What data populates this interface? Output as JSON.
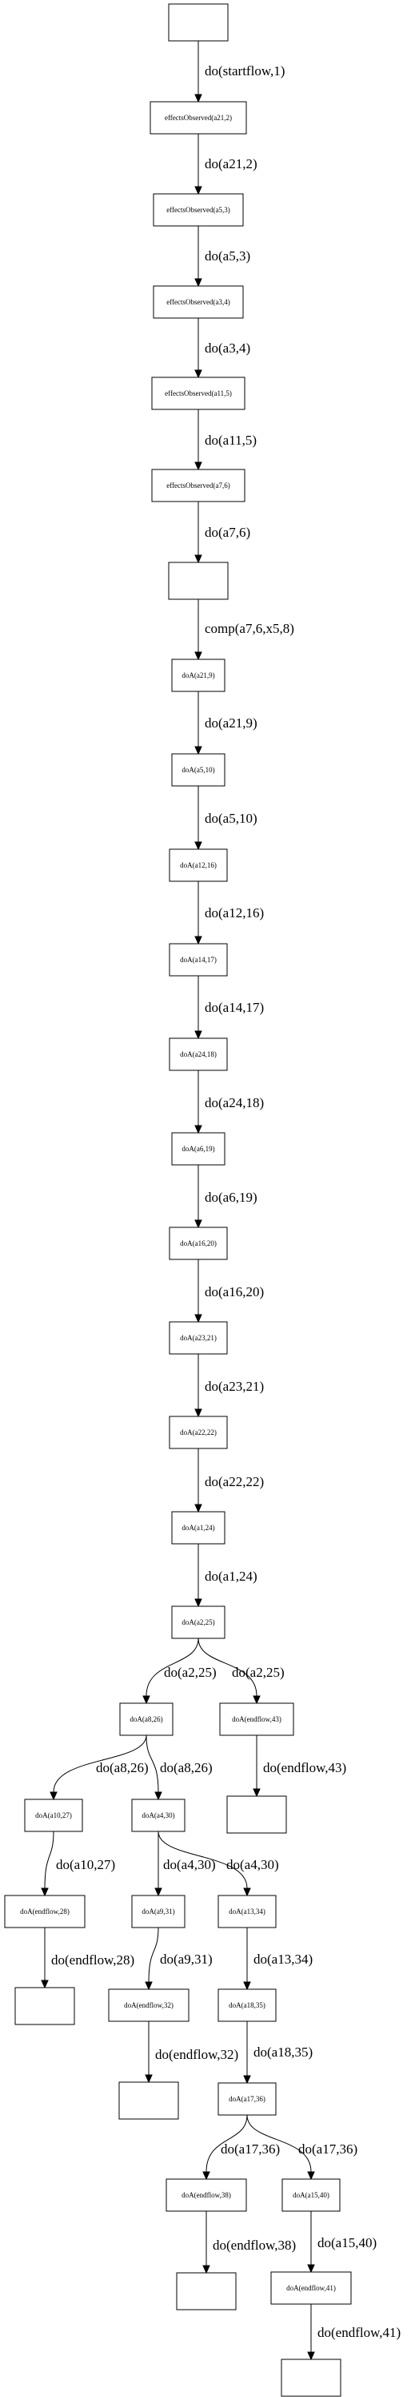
{
  "diagram": {
    "nodes": [
      {
        "id": "n0",
        "label": ""
      },
      {
        "id": "n1",
        "label": "effectsObserved(a21,2)"
      },
      {
        "id": "n2",
        "label": "effectsObserved(a5,3)"
      },
      {
        "id": "n3",
        "label": "effectsObserved(a3,4)"
      },
      {
        "id": "n4",
        "label": "effectsObserved(a11,5)"
      },
      {
        "id": "n5",
        "label": "effectsObserved(a7,6)"
      },
      {
        "id": "n6",
        "label": ""
      },
      {
        "id": "n7",
        "label": "doA(a21,9)"
      },
      {
        "id": "n8",
        "label": "doA(a5,10)"
      },
      {
        "id": "n9",
        "label": "doA(a12,16)"
      },
      {
        "id": "n10",
        "label": "doA(a14,17)"
      },
      {
        "id": "n11",
        "label": "doA(a24,18)"
      },
      {
        "id": "n12",
        "label": "doA(a6,19)"
      },
      {
        "id": "n13",
        "label": "doA(a16,20)"
      },
      {
        "id": "n14",
        "label": "doA(a23,21)"
      },
      {
        "id": "n15",
        "label": "doA(a22,22)"
      },
      {
        "id": "n16",
        "label": "doA(a1,24)"
      },
      {
        "id": "n17",
        "label": "doA(a2,25)"
      },
      {
        "id": "n18",
        "label": "doA(a8,26)"
      },
      {
        "id": "n19",
        "label": "doA(endflow,43)"
      },
      {
        "id": "n20",
        "label": ""
      },
      {
        "id": "n21",
        "label": "doA(a10,27)"
      },
      {
        "id": "n22",
        "label": "doA(a4,30)"
      },
      {
        "id": "n23",
        "label": "doA(endflow,28)"
      },
      {
        "id": "n24",
        "label": ""
      },
      {
        "id": "n25",
        "label": "doA(a9,31)"
      },
      {
        "id": "n26",
        "label": "doA(a13,34)"
      },
      {
        "id": "n27",
        "label": "doA(endflow,32)"
      },
      {
        "id": "n28",
        "label": ""
      },
      {
        "id": "n29",
        "label": "doA(a18,35)"
      },
      {
        "id": "n30",
        "label": "doA(a17,36)"
      },
      {
        "id": "n31",
        "label": "doA(endflow,38)"
      },
      {
        "id": "n32",
        "label": ""
      },
      {
        "id": "n33",
        "label": "doA(a15,40)"
      },
      {
        "id": "n34",
        "label": "doA(endflow,41)"
      },
      {
        "id": "n35",
        "label": ""
      }
    ],
    "edges": [
      {
        "from": "n0",
        "to": "n1",
        "label": "do(startflow,1)"
      },
      {
        "from": "n1",
        "to": "n2",
        "label": "do(a21,2)"
      },
      {
        "from": "n2",
        "to": "n3",
        "label": "do(a5,3)"
      },
      {
        "from": "n3",
        "to": "n4",
        "label": "do(a3,4)"
      },
      {
        "from": "n4",
        "to": "n5",
        "label": "do(a11,5)"
      },
      {
        "from": "n5",
        "to": "n6",
        "label": "do(a7,6)"
      },
      {
        "from": "n6",
        "to": "n7",
        "label": "comp(a7,6,x5,8)"
      },
      {
        "from": "n7",
        "to": "n8",
        "label": "do(a21,9)"
      },
      {
        "from": "n8",
        "to": "n9",
        "label": "do(a5,10)"
      },
      {
        "from": "n9",
        "to": "n10",
        "label": "do(a12,16)"
      },
      {
        "from": "n10",
        "to": "n11",
        "label": "do(a14,17)"
      },
      {
        "from": "n11",
        "to": "n12",
        "label": "do(a24,18)"
      },
      {
        "from": "n12",
        "to": "n13",
        "label": "do(a6,19)"
      },
      {
        "from": "n13",
        "to": "n14",
        "label": "do(a16,20)"
      },
      {
        "from": "n14",
        "to": "n15",
        "label": "do(a23,21)"
      },
      {
        "from": "n15",
        "to": "n16",
        "label": "do(a22,22)"
      },
      {
        "from": "n16",
        "to": "n17",
        "label": "do(a1,24)"
      },
      {
        "from": "n17",
        "to": "n18",
        "label": "do(a2,25)"
      },
      {
        "from": "n17",
        "to": "n19",
        "label": "do(a2,25)"
      },
      {
        "from": "n19",
        "to": "n20",
        "label": "do(endflow,43)"
      },
      {
        "from": "n18",
        "to": "n21",
        "label": "do(a8,26)"
      },
      {
        "from": "n18",
        "to": "n22",
        "label": "do(a8,26)"
      },
      {
        "from": "n21",
        "to": "n23",
        "label": "do(a10,27)"
      },
      {
        "from": "n23",
        "to": "n24",
        "label": "do(endflow,28)"
      },
      {
        "from": "n22",
        "to": "n25",
        "label": "do(a4,30)"
      },
      {
        "from": "n22",
        "to": "n26",
        "label": "do(a4,30)"
      },
      {
        "from": "n25",
        "to": "n27",
        "label": "do(a9,31)"
      },
      {
        "from": "n27",
        "to": "n28",
        "label": "do(endflow,32)"
      },
      {
        "from": "n26",
        "to": "n29",
        "label": "do(a13,34)"
      },
      {
        "from": "n29",
        "to": "n30",
        "label": "do(a18,35)"
      },
      {
        "from": "n30",
        "to": "n31",
        "label": "do(a17,36)"
      },
      {
        "from": "n30",
        "to": "n33",
        "label": "do(a17,36)"
      },
      {
        "from": "n31",
        "to": "n32",
        "label": "do(endflow,38)"
      },
      {
        "from": "n33",
        "to": "n34",
        "label": "do(a15,40)"
      },
      {
        "from": "n34",
        "to": "n35",
        "label": "do(endflow,41)"
      }
    ]
  }
}
